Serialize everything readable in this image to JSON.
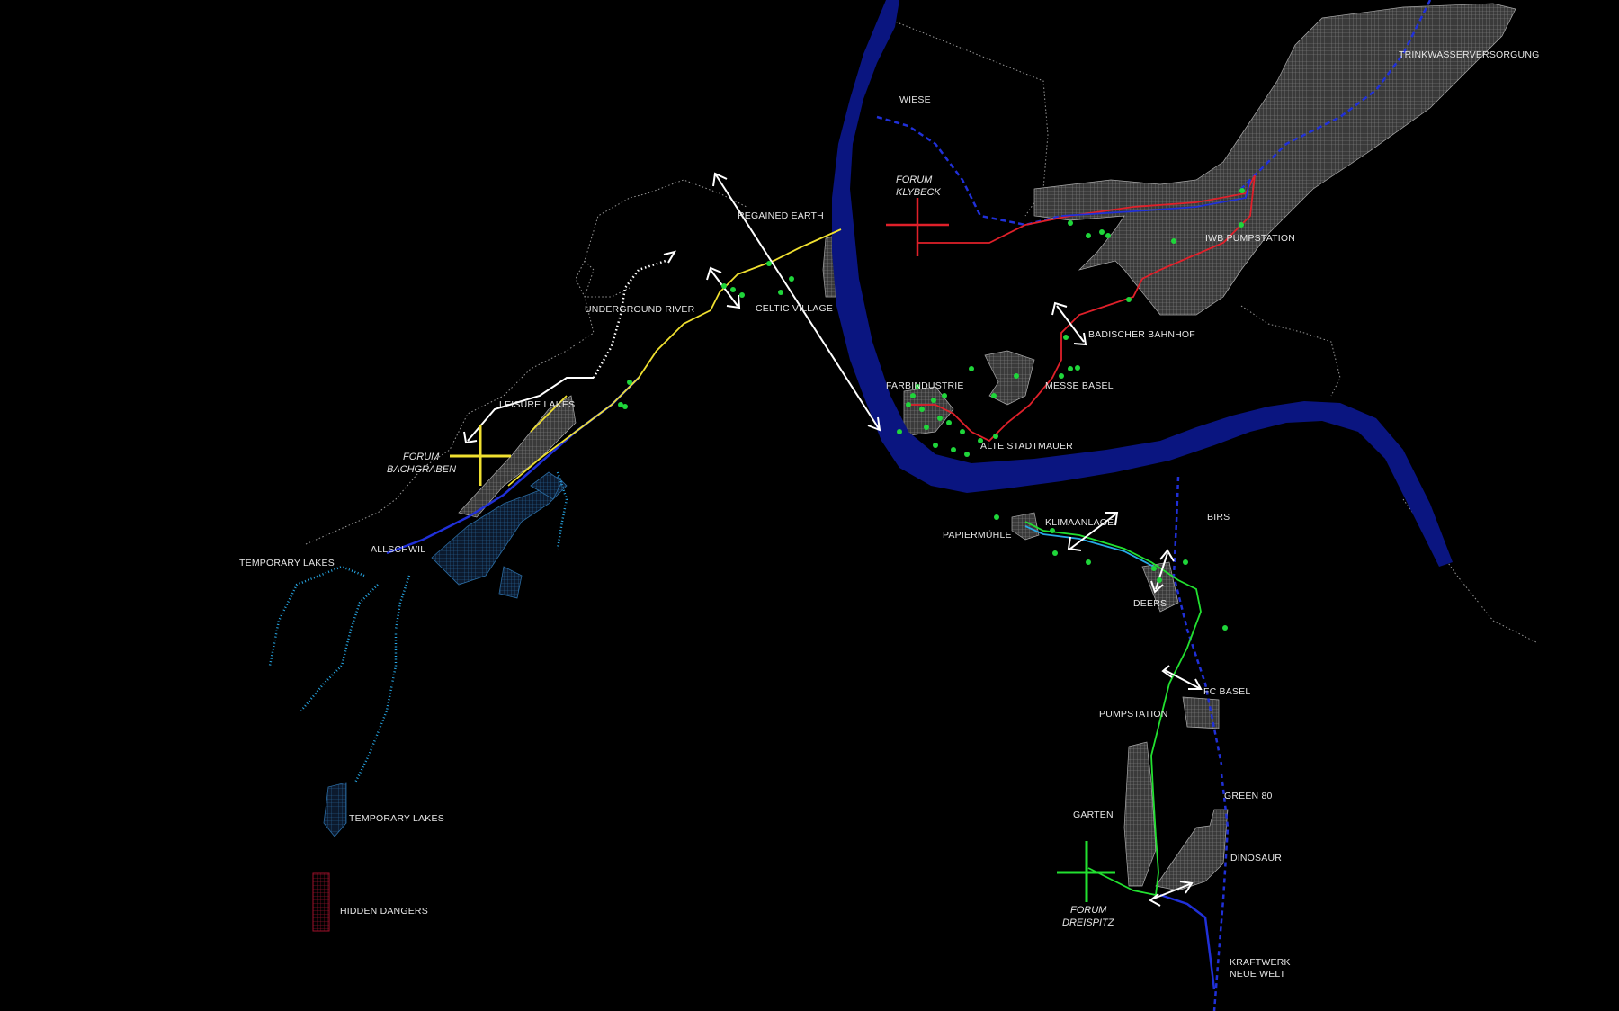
{
  "labels": {
    "trinkwasserversorgung": "TRINKWASSERVERSORGUNG",
    "wiese": "WIESE",
    "forum_klybeck_1": "FORUM",
    "forum_klybeck_2": "KLYBECK",
    "regained_earth": "REGAINED EARTH",
    "iwb_pumpstation": "IWB PUMPSTATION",
    "celtic_village": "CELTIC VILLAGE",
    "underground_river": "UNDERGROUND RIVER",
    "badischer_bahnhof": "BADISCHER BAHNHOF",
    "farbindustrie": "FARBINDUSTRIE",
    "messe_basel": "MESSE BASEL",
    "leisure_lakes": "LEISURE LAKES",
    "alte_stadtmauer": "ALTE STADTMAUER",
    "forum_bachgraben_1": "FORUM",
    "forum_bachgraben_2": "BACHGRABEN",
    "birs": "BIRS",
    "papiermuehle": "PAPIERMÜHLE",
    "klimaanlage": "KLIMAANLAGE",
    "allschwil": "ALLSCHWIL",
    "temporary_lakes_1": "TEMPORARY LAKES",
    "deers": "DEERS",
    "fc_basel": "FC BASEL",
    "pumpstation": "PUMPSTATION",
    "green_80": "GREEN 80",
    "temporary_lakes_2": "TEMPORARY LAKES",
    "garten": "GARTEN",
    "dinosaur": "DINOSAUR",
    "hidden_dangers": "HIDDEN DANGERS",
    "forum_dreispitz_1": "FORUM",
    "forum_dreispitz_2": "DREISPITZ",
    "kraftwerk_1": "KRAFTWERK",
    "kraftwerk_2": "NEUE WELT"
  },
  "colors": {
    "background": "#000000",
    "rhine": "#0a1580",
    "route_red": "#e0202a",
    "route_yellow": "#f0e030",
    "route_green": "#22e030",
    "route_blue": "#2030d8",
    "tributary_cyan": "#27a8e6",
    "poi_dot": "#1fd63a",
    "outline_grey": "#9a9a9a",
    "legend_red": "#a0102a"
  }
}
